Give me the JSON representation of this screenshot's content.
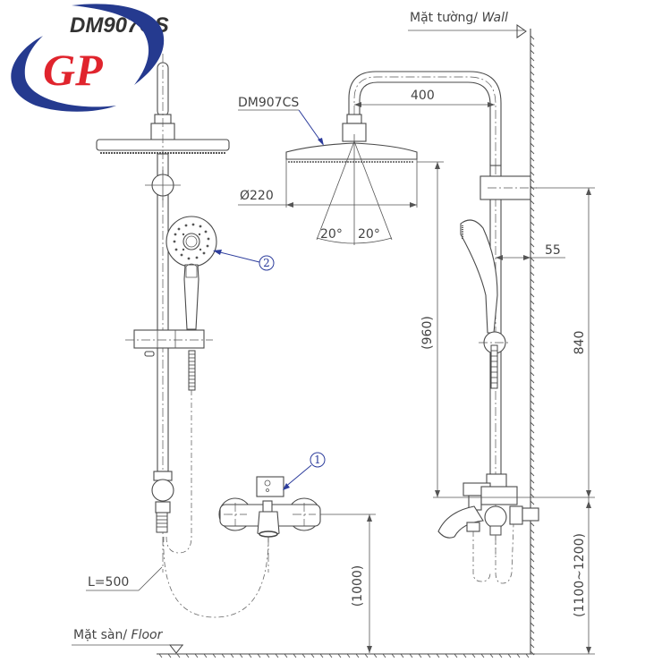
{
  "title": {
    "model_watermark": "DM907CS",
    "logo_text": "GP",
    "logo_colors": {
      "ring": "#253a8f",
      "letters": "#e0242d"
    }
  },
  "labels": {
    "wall_prefix": "Mặt tường/ ",
    "wall_italic": "Wall",
    "floor_prefix": "Mặt sàn/ ",
    "floor_italic": "Floor",
    "head_model": "DM907CS",
    "head_diameter": "Ø220",
    "angle_left": "20°",
    "angle_right": "20°",
    "arm_length": "400",
    "wall_offset": "55",
    "rail_height": "840",
    "head_height": "(960)",
    "spout_height": "(1000)",
    "mixer_height": "(1100~1200)",
    "hose_length": "L=500",
    "callout_mixer": "1",
    "callout_handshower": "2"
  },
  "colors": {
    "line": "#4a4a4a",
    "callout": "#2c3c9c"
  }
}
